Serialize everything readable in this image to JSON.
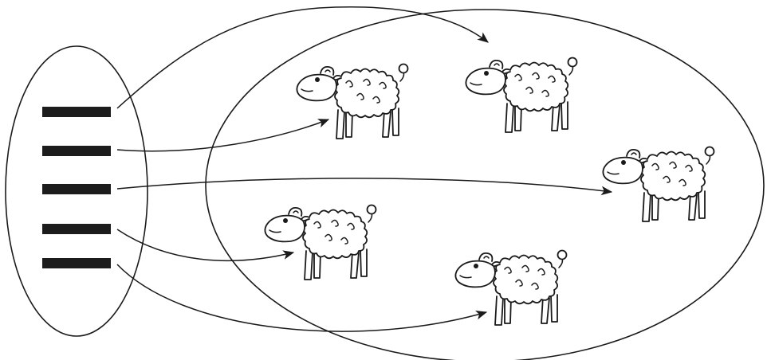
{
  "diagram": {
    "tally_marks": 5,
    "sheep": 5,
    "mappings": [
      {
        "from": "tally-1",
        "to": "sheep-2"
      },
      {
        "from": "tally-2",
        "to": "sheep-1"
      },
      {
        "from": "tally-3",
        "to": "sheep-3"
      },
      {
        "from": "tally-4",
        "to": "sheep-4"
      },
      {
        "from": "tally-5",
        "to": "sheep-5"
      }
    ],
    "colors": {
      "ink": "#1a1a1a",
      "background": "#ffffff"
    }
  }
}
